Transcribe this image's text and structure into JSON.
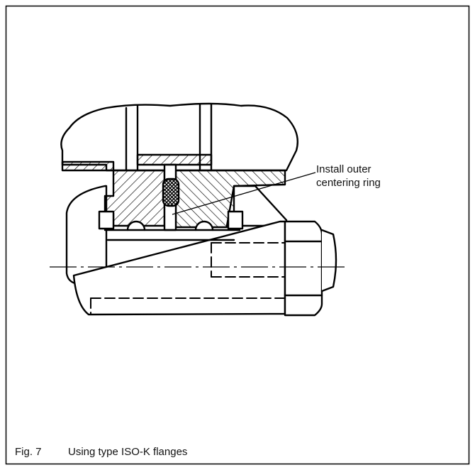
{
  "figure": {
    "annotation_lines": [
      "Install outer",
      "centering ring"
    ],
    "caption_number": "Fig. 7",
    "caption_text": "Using type ISO-K flanges"
  }
}
